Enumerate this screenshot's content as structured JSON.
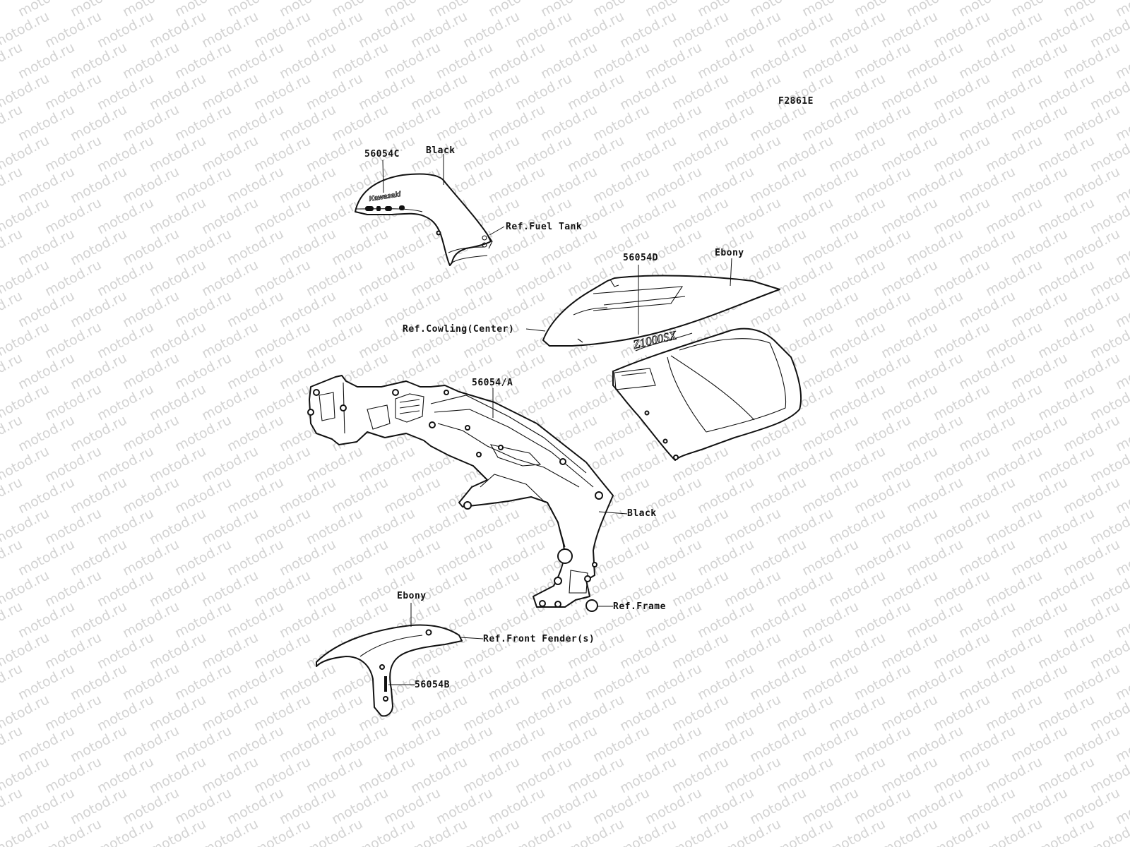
{
  "figure_code": "F2861E",
  "watermark_text": "motod.ru",
  "labels": {
    "part_56054C": "56054C",
    "color_tank": "Black",
    "ref_fuel_tank": "Ref.Fuel Tank",
    "part_56054D": "56054D",
    "color_cowling": "Ebony",
    "ref_cowling": "Ref.Cowling(Center)",
    "part_56054A": "56054/A",
    "color_frame": "Black",
    "ref_frame": "Ref.Frame",
    "color_fender": "Ebony",
    "ref_front_fender": "Ref.Front Fender(s)",
    "part_56054B": "56054B"
  },
  "decals": {
    "tank_brand": "Kawasaki"
  }
}
